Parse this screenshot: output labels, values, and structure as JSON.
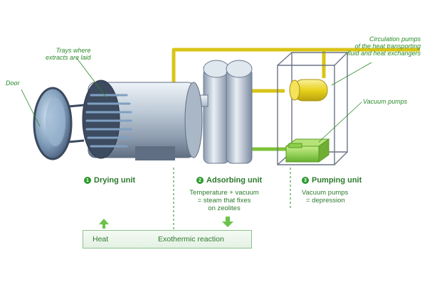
{
  "callouts": {
    "door": "Door",
    "trays_line1": "Trays where",
    "trays_line2": "extracts are laid",
    "circ_line1": "Circulation pumps",
    "circ_line2": "of the heat transporting",
    "circ_line3": "fluid and heat exchangers",
    "vacuum_pumps": "Vacuum pumps"
  },
  "units": [
    {
      "number": "1",
      "title": "Drying unit"
    },
    {
      "number": "2",
      "title": "Adsorbing unit",
      "desc": [
        "Temperature + vacuum",
        "= steam that fixes",
        "on zeolites"
      ]
    },
    {
      "number": "3",
      "title": "Pumping unit",
      "desc": [
        "Vacuum pumps",
        "= depression"
      ]
    }
  ],
  "bar": {
    "heat": "Heat",
    "reaction": "Exothermic reaction"
  },
  "colors": {
    "accent_green": "#2c7a2c",
    "pipe_yellow": "#e8d21c",
    "arrow_green": "#6cc24a"
  }
}
